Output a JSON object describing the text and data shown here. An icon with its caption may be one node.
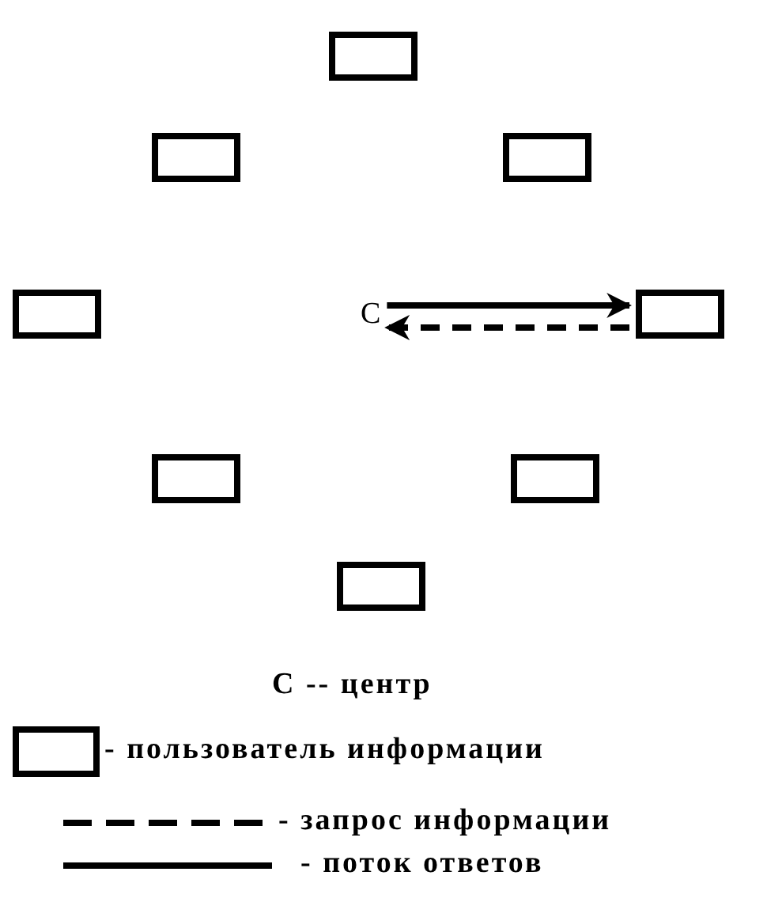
{
  "diagram": {
    "nodes": [
      {
        "text": [],
        "shape": "box"
      },
      {
        "text": [],
        "shape": "box"
      },
      {
        "text": [],
        "shape": "box"
      },
      {
        "text": [],
        "shape": "box"
      },
      {
        "text": [
          "С"
        ]
      },
      {
        "text": [],
        "shape": "box"
      },
      {
        "text": [],
        "shape": "box"
      },
      {
        "text": [],
        "shape": "box"
      },
      {
        "text": [],
        "shape": "box"
      }
    ],
    "edges": [
      {
        "from": 4,
        "to": 5,
        "arrow": "to"
      },
      {
        "from": 5,
        "to": 4,
        "arrow": "to",
        "style": "dashed"
      }
    ],
    "labels": [
      "С -- центр"
    ],
    "legend": [
      {
        "text": "- пользователь информации"
      },
      {
        "text": "- запрос информации"
      },
      {
        "text": "- поток ответов"
      }
    ]
  }
}
